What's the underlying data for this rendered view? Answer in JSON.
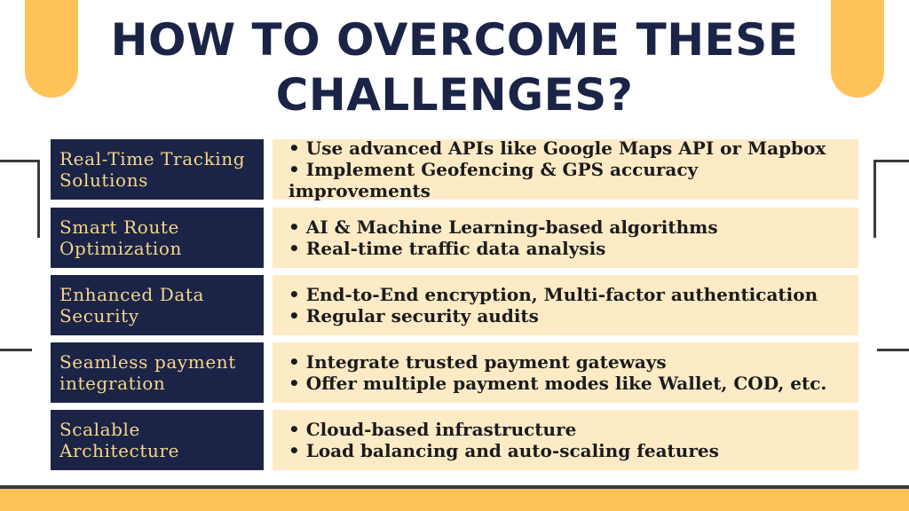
{
  "title": {
    "line1": "HOW TO OVERCOME THESE",
    "line2": "CHALLENGES?"
  },
  "colors": {
    "accent": "#ffc35a",
    "navy": "#1b2447",
    "gold_text": "#f6d68a",
    "cream": "#fdebc6"
  },
  "rows": [
    {
      "label": [
        "Real-Time Tracking",
        "Solutions"
      ],
      "bullets": [
        "Use advanced APIs like Google Maps API or Mapbox",
        "Implement Geofencing & GPS accuracy improvements"
      ]
    },
    {
      "label": [
        "Smart Route",
        "Optimization"
      ],
      "bullets": [
        "AI & Machine Learning-based algorithms",
        "Real-time traffic data analysis"
      ]
    },
    {
      "label": [
        "Enhanced Data",
        "Security"
      ],
      "bullets": [
        "End-to-End encryption, Multi-factor authentication",
        "Regular security audits"
      ]
    },
    {
      "label": [
        "Seamless payment",
        "integration"
      ],
      "bullets": [
        "Integrate trusted payment gateways",
        "Offer multiple payment modes like Wallet, COD, etc."
      ]
    },
    {
      "label": [
        "Scalable",
        "Architecture"
      ],
      "bullets": [
        "Cloud-based infrastructure",
        "Load balancing and auto-scaling features"
      ]
    }
  ]
}
